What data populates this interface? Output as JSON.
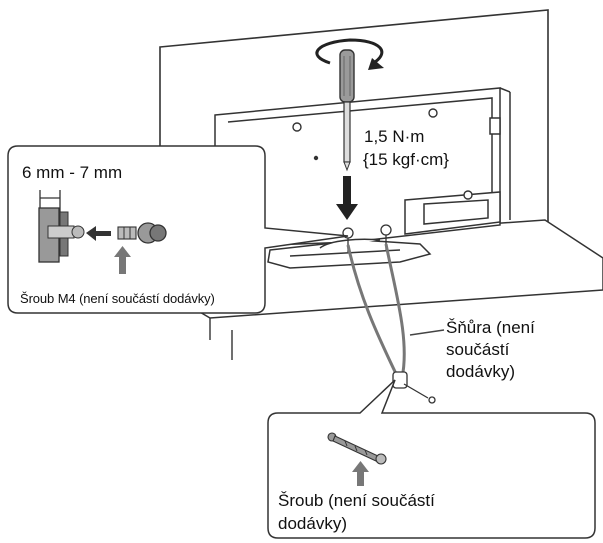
{
  "torque": {
    "line1": "1,5 N·m",
    "line2": "{15 kgf·cm}"
  },
  "callout_m4": {
    "gap": "6 mm - 7 mm",
    "caption": "Šroub M4 (není součástí dodávky)"
  },
  "cord": {
    "line1": "Šňůra (není",
    "line2": "součástí",
    "line3": "dodávky)"
  },
  "callout_screw": {
    "line1": "Šroub (není součástí",
    "line2": "dodávky)"
  }
}
